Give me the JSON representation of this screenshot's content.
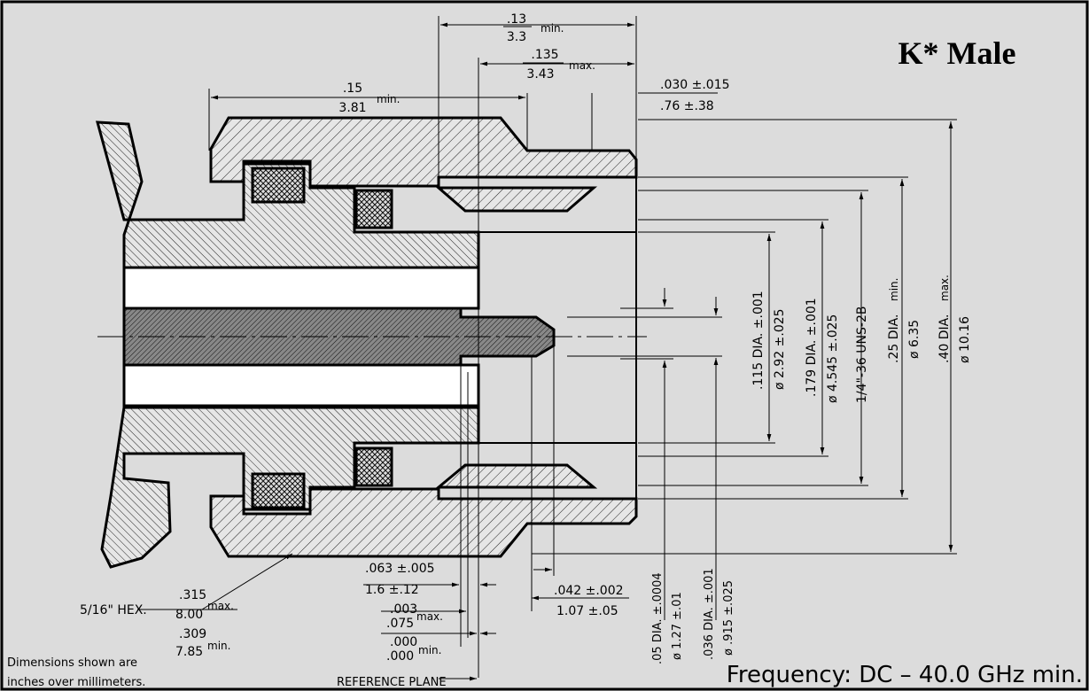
{
  "title": "K* Male",
  "frequency": "Frequency: DC – 40.0 GHz min.",
  "note": {
    "line1": "Dimensions shown are",
    "line2": "inches over millimeters."
  },
  "reference_plane": "REFERENCE PLANE",
  "hex": "5/16\" HEX.",
  "dims": {
    "d13_in": ".13",
    "d13_mm": "3.3",
    "d13_q": "min.",
    "d135_in": ".135",
    "d135_mm": "3.43",
    "d135_q": "max.",
    "d15_in": ".15",
    "d15_mm": "3.81",
    "d15_q": "min.",
    "d030_in": ".030 ±.015",
    "d030_mm": ".76 ±.38",
    "d063_in": ".063 ±.005",
    "d063_mm": "1.6 ±.12",
    "d042_in": ".042 ±.002",
    "d042_mm": "1.07 ±.05",
    "d003_in": ".003",
    "d003_mm": ".075",
    "d003_q": "max.",
    "d000_in": ".000",
    "d000_mm": ".000",
    "d000_q": "min.",
    "hex315_in": ".315",
    "hex315_mm": "8.00",
    "hex315_q": "max.",
    "hex309_in": ".309",
    "hex309_mm": "7.85",
    "hex309_q": "min."
  },
  "vdims": {
    "v115": ".115 DIA. ±.001",
    "v115_mm": "ø 2.92 ±.025",
    "v179": ".179 DIA. ±.001",
    "v179_mm": "ø 4.545 ±.025",
    "v14": "1/4\"-36 UNS-2B",
    "v25": ".25 DIA.",
    "v25_q": "min.",
    "v25_mm": "ø 6.35",
    "v40": ".40 DIA.",
    "v40_q": "max.",
    "v40_mm": "ø 10.16",
    "v05": ".05 DIA. ±.0004",
    "v05_mm": "ø 1.27 ±.01",
    "v036": ".036 DIA. ±.001",
    "v036_mm": "ø .915 ±.025"
  }
}
